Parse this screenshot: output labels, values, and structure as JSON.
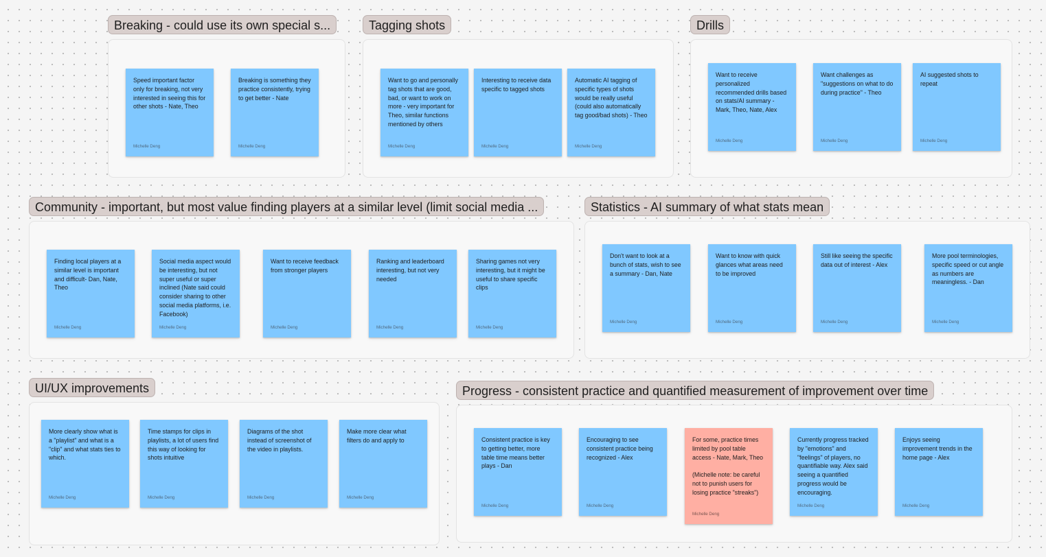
{
  "sections": [
    {
      "title": "Breaking - could use its own special s...",
      "notes": [
        {
          "text": "Speed important factor only for breaking, not very interested in seeing this for other shots - Nate, Theo",
          "author": "Michelle Deng"
        },
        {
          "text": "Breaking is something they practice consistently, trying to get better - Nate",
          "author": "Michelle Deng"
        }
      ]
    },
    {
      "title": "Tagging shots",
      "notes": [
        {
          "text": "Want to go and personally tag shots that are good, bad, or want to work on more - very important for Theo, similar functions mentioned by others",
          "author": "Michelle Deng"
        },
        {
          "text": "Interesting to receive data specific to tagged shots",
          "author": "Michelle Deng"
        },
        {
          "text": "Automatic AI tagging of specific types of shots would be really useful (could also automatically tag good/bad shots) - Theo",
          "author": "Michelle Deng"
        }
      ]
    },
    {
      "title": "Drills",
      "notes": [
        {
          "text": "Want to receive personalized recommended drills based on stats/AI summary - Mark, Theo, Nate, Alex",
          "author": "Michelle Deng"
        },
        {
          "text": "Want challenges as \"suggestions on what to do during practice\" - Theo",
          "author": "Michelle Deng"
        },
        {
          "text": "AI suggested shots to repeat",
          "author": "Michelle Deng"
        }
      ]
    },
    {
      "title": "Community - important, but most value finding players at a similar level (limit social media ...",
      "notes": [
        {
          "text": "Finding local players at a similar level is important and difficult- Dan, Nate, Theo",
          "author": "Michelle Deng"
        },
        {
          "text": "Social media aspect would be interesting, but not super useful or super inclined (Nate said could consider sharing to other social media platforms, i.e. Facebook)",
          "author": "Michelle Deng"
        },
        {
          "text": "Want to receive feedback from stronger players",
          "author": "Michelle Deng"
        },
        {
          "text": "Ranking and leaderboard interesting, but not very needed",
          "author": "Michelle Deng"
        },
        {
          "text": "Sharing games not very interesting, but it might be useful to share specific clips",
          "author": "Michelle Deng"
        }
      ]
    },
    {
      "title": "Statistics - AI summary of what stats mean",
      "notes": [
        {
          "text": "Don't want to look at a bunch of stats, wish to see a summary - Dan, Nate",
          "author": "Michelle Deng"
        },
        {
          "text": "Want to know with quick glances what areas need to be improved",
          "author": "Michelle Deng"
        },
        {
          "text": "Still like seeing the specific data out of interest - Alex",
          "author": "Michelle Deng"
        },
        {
          "text": "More pool terminologies, specific speed or cut angle as numbers are meaningless. - Dan",
          "author": "Michelle Deng"
        }
      ]
    },
    {
      "title": "UI/UX improvements",
      "notes": [
        {
          "text": "More clearly show what is a \"playlist\" and what is a \"clip\" and what stats ties to which.",
          "author": "Michelle Deng"
        },
        {
          "text": "Time stamps for clips in playlists, a lot of users find this way of looking for shots intuitive",
          "author": "Michelle Deng"
        },
        {
          "text": "Diagrams of the shot instead of screenshot of the video in playlists.",
          "author": "Michelle Deng"
        },
        {
          "text": "Make more clear what filters do and apply to",
          "author": "Michelle Deng"
        }
      ]
    },
    {
      "title": "Progress - consistent practice and quantified measurement of improvement over time",
      "notes": [
        {
          "text": "Consistent practice is key to getting better, more table time means better plays - Dan",
          "author": "Michelle Deng"
        },
        {
          "text": "Encouraging to see consistent practice being recognized - Alex",
          "author": "Michelle Deng"
        },
        {
          "text": "For some, practice times limited by pool table access - Nate, Mark, Theo\n\n(Michelle note: be careful not to punish users for losing practice \"streaks\")",
          "author": "Michelle Deng",
          "color": "#ffafa3"
        },
        {
          "text": "Currently progress tracked by \"emotions\" and \"feelings\" of players, no quantifiable way. Alex said seeing a quantified progress would be encouraging.",
          "author": "Michelle Deng"
        },
        {
          "text": "Enjoys seeing improvement trends in the home page - Alex",
          "author": "Michelle Deng"
        }
      ]
    }
  ]
}
